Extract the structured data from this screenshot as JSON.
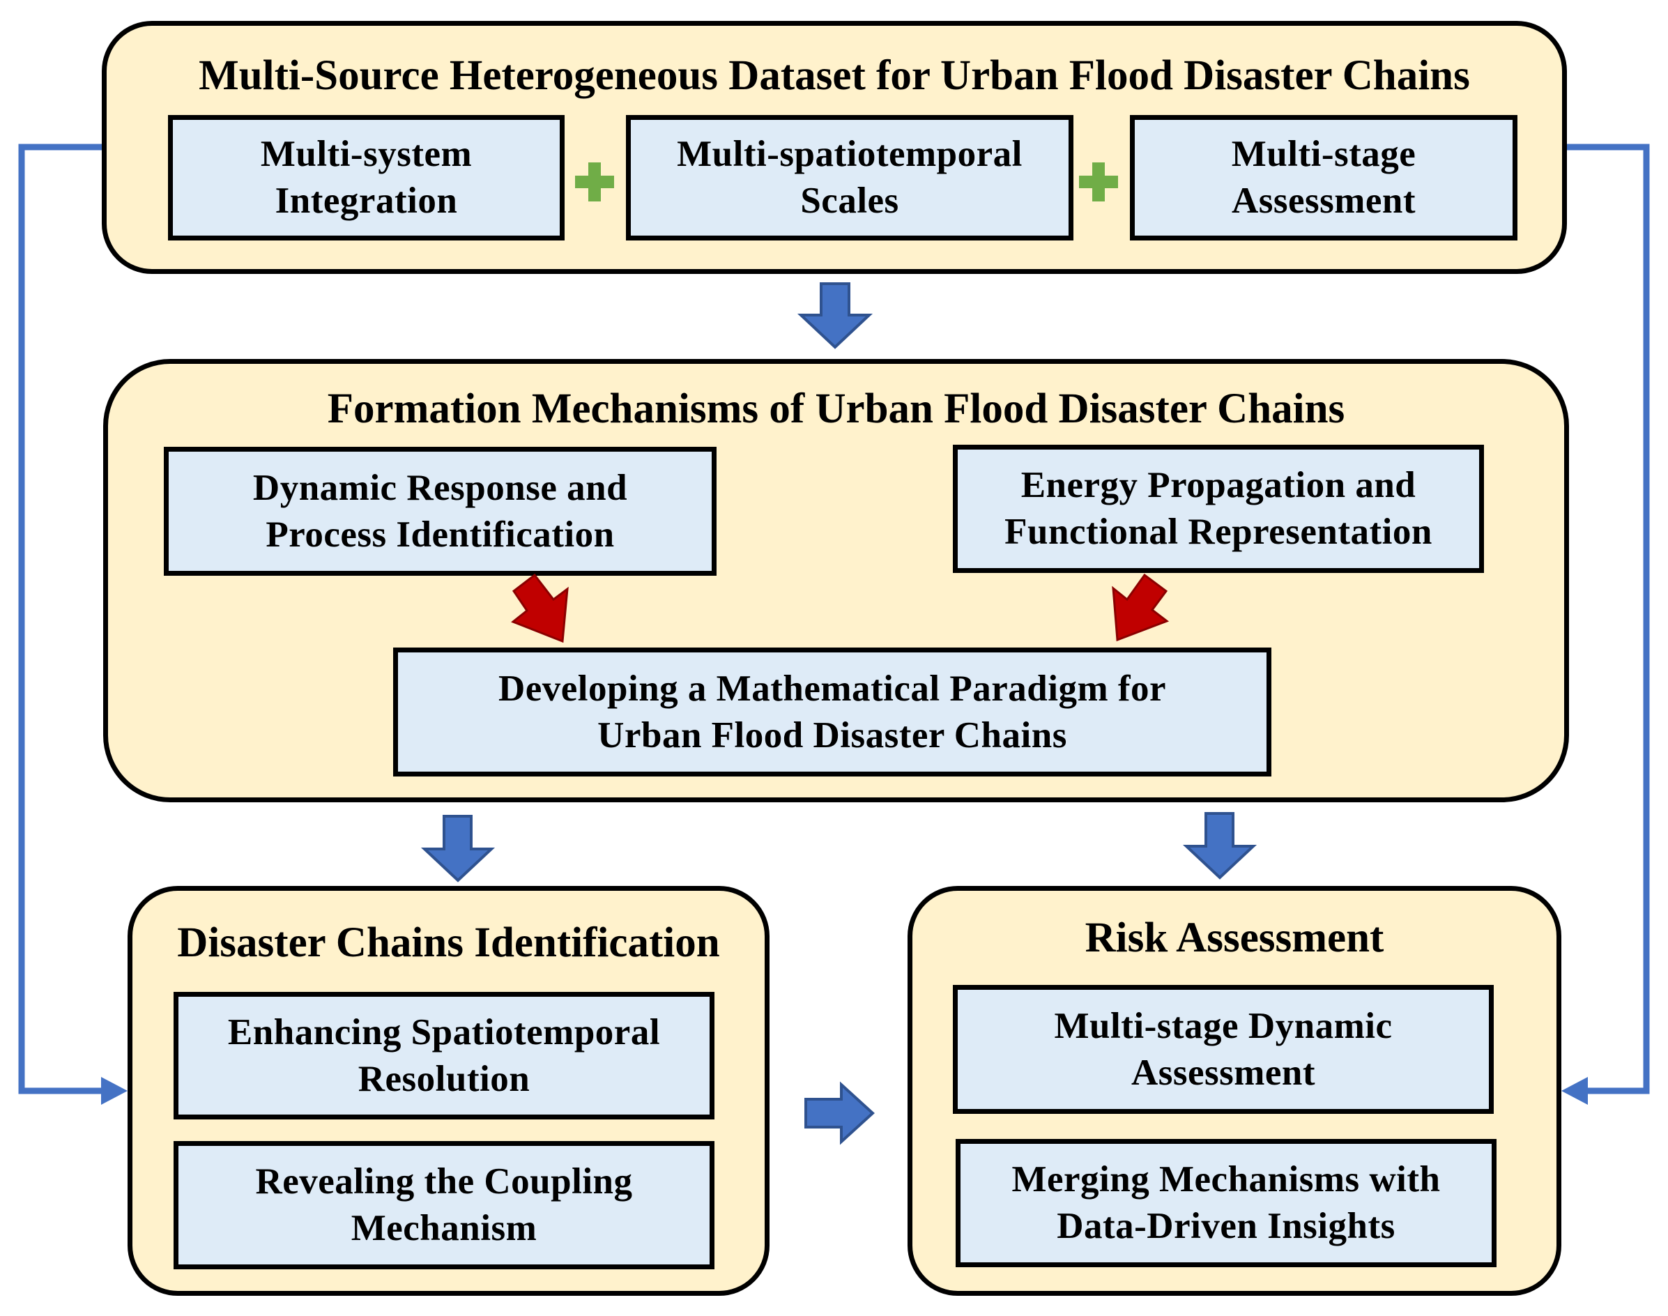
{
  "colors": {
    "panel_fill": "#fff2cc",
    "box_fill": "#deebf7",
    "border": "#000000",
    "blue_arrow": "#4472c4",
    "blue_arrow_outline": "#2f528f",
    "red_arrow": "#c00000",
    "plus": "#70ad47"
  },
  "dataset": {
    "title": "Multi-Source Heterogeneous Dataset for Urban Flood Disaster Chains",
    "box1": {
      "line1": "Multi-system",
      "line2": "Integration"
    },
    "box2": {
      "line1": "Multi-spatiotemporal",
      "line2": "Scales"
    },
    "box3": {
      "line1": "Multi-stage",
      "line2": "Assessment"
    },
    "connector_icon": "plus-icon"
  },
  "formation": {
    "title": "Formation Mechanisms of Urban Flood Disaster Chains",
    "left_box": {
      "line1": "Dynamic Response and",
      "line2": "Process Identification"
    },
    "right_box": {
      "line1": "Energy Propagation and",
      "line2": "Functional Representation"
    },
    "bottom_box": {
      "line1": "Developing a Mathematical Paradigm for",
      "line2": "Urban Flood Disaster Chains"
    }
  },
  "identification": {
    "title": "Disaster Chains Identification",
    "box1": {
      "line1": "Enhancing Spatiotemporal",
      "line2": "Resolution"
    },
    "box2": {
      "line1": "Revealing the Coupling",
      "line2": "Mechanism"
    }
  },
  "risk": {
    "title": "Risk Assessment",
    "box1": {
      "line1": "Multi-stage Dynamic",
      "line2": "Assessment"
    },
    "box2": {
      "line1": "Merging Mechanisms with",
      "line2": "Data-Driven Insights"
    }
  }
}
